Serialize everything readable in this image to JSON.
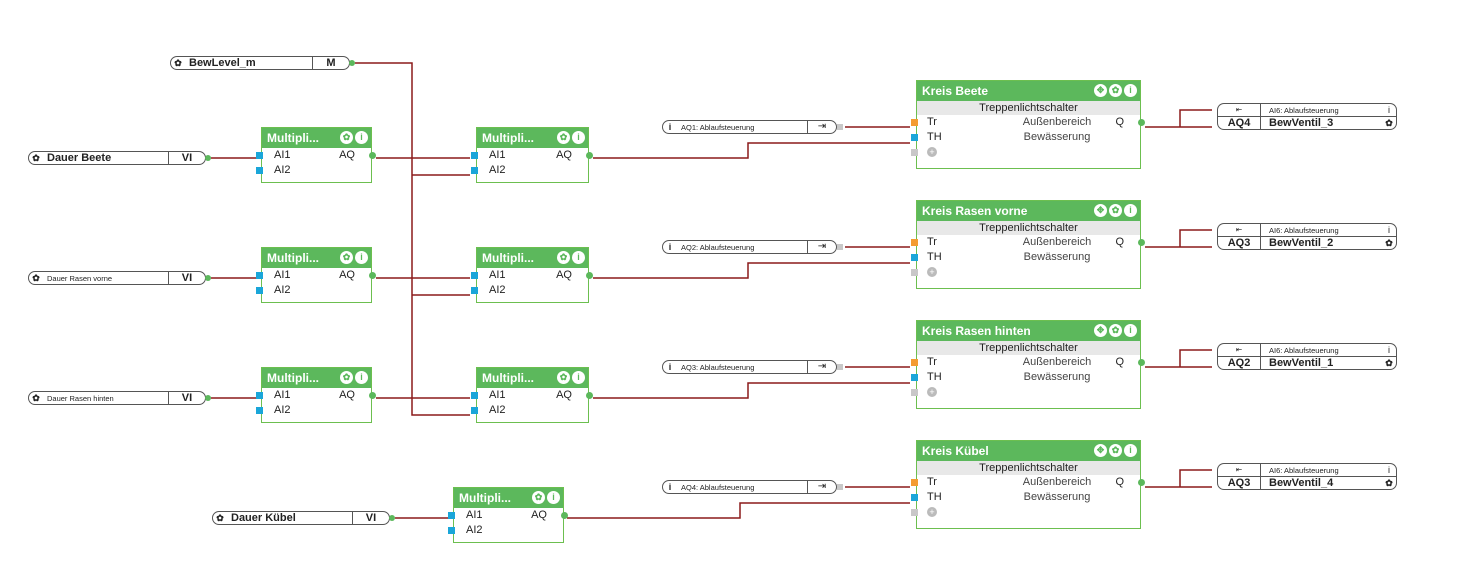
{
  "inputs": {
    "bewlevel": {
      "icon": "gear",
      "name": "BewLevel_m",
      "type": "M"
    },
    "dauer_beete": {
      "icon": "gear",
      "name": "Dauer Beete",
      "type": "VI"
    },
    "dauer_rasen_vorne": {
      "icon": "gear",
      "name": "Dauer Rasen vorne",
      "type": "VI"
    },
    "dauer_rasen_hinten": {
      "icon": "gear",
      "name": "Dauer Rasen hinten",
      "type": "VI"
    },
    "dauer_kuebel": {
      "icon": "gear",
      "name": "Dauer Kübel",
      "type": "VI"
    }
  },
  "multiplier_label": "Multipli...",
  "multiplier_pins": {
    "in1": "AI1",
    "in2": "AI2",
    "out": "AQ"
  },
  "triggers": [
    {
      "icon": "i",
      "name": "AQ1: Ablaufsteuerung"
    },
    {
      "icon": "i",
      "name": "AQ2: Ablaufsteuerung"
    },
    {
      "icon": "i",
      "name": "AQ3: Ablaufsteuerung"
    },
    {
      "icon": "i",
      "name": "AQ4: Ablaufsteuerung"
    }
  ],
  "circuits": [
    {
      "title": "Kreis Beete",
      "subtitle": "Treppenlichtschalter",
      "tr": "Tr",
      "th": "TH",
      "q": "Q",
      "line1": "Außenbereich",
      "line2": "Bewässerung"
    },
    {
      "title": "Kreis Rasen vorne",
      "subtitle": "Treppenlichtschalter",
      "tr": "Tr",
      "th": "TH",
      "q": "Q",
      "line1": "Außenbereich",
      "line2": "Bewässerung"
    },
    {
      "title": "Kreis Rasen hinten",
      "subtitle": "Treppenlichtschalter",
      "tr": "Tr",
      "th": "TH",
      "q": "Q",
      "line1": "Außenbereich",
      "line2": "Bewässerung"
    },
    {
      "title": "Kreis Kübel",
      "subtitle": "Treppenlichtschalter",
      "tr": "Tr",
      "th": "TH",
      "q": "Q",
      "line1": "Außenbereich",
      "line2": "Bewässerung"
    }
  ],
  "outputs": [
    {
      "ref": "AI6: Ablaufsteuerung",
      "type": "AQ4",
      "name": "BewVentil_3"
    },
    {
      "ref": "AI6: Ablaufsteuerung",
      "type": "AQ3",
      "name": "BewVentil_2"
    },
    {
      "ref": "AI6: Ablaufsteuerung",
      "type": "AQ2",
      "name": "BewVentil_1"
    },
    {
      "ref": "AI6: Ablaufsteuerung",
      "type": "AQ3",
      "name": "BewVentil_4"
    }
  ],
  "colors": {
    "block": "#5cb85c",
    "wire": "#8b1a1a",
    "pin_analog": "#1aa6d9",
    "pin_digital": "#f39c32"
  }
}
